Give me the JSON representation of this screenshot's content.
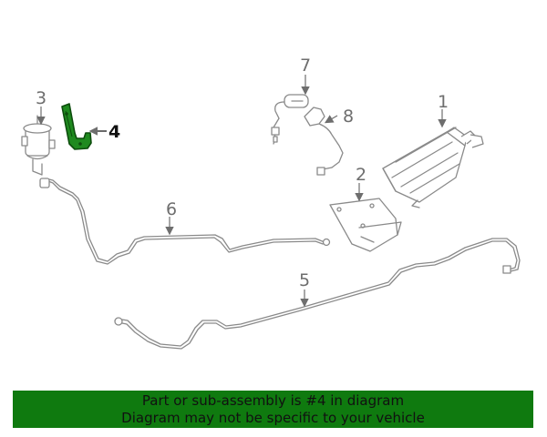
{
  "callouts": {
    "c1": "1",
    "c2": "2",
    "c3": "3",
    "c4": "4",
    "c5": "5",
    "c6": "6",
    "c7": "7",
    "c8": "8"
  },
  "highlight_color": "#1f8a1f",
  "banner": {
    "line1": "Part or sub-assembly is #4 in diagram",
    "line2": "Diagram may not be specific to your vehicle",
    "background": "#0f7a0f"
  }
}
